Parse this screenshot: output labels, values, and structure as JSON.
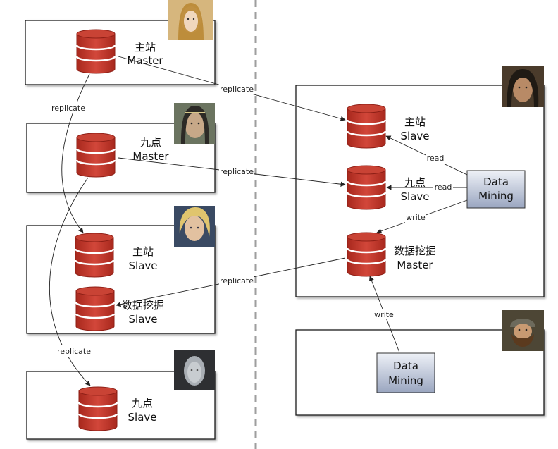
{
  "labels": {
    "zhuzhan": "主站",
    "jiudian": "九点",
    "shujuwajue": "数据挖掘",
    "master": "Master",
    "slave": "Slave",
    "replicate": "replicate",
    "read": "read",
    "write": "write",
    "data_mining_line1": "Data",
    "data_mining_line2": "Mining"
  },
  "colors": {
    "db_red": "#c0392b",
    "db_dark": "#8e1f16",
    "divider": "#9e9e9e",
    "dm_box_top": "#eef1f7",
    "dm_box_bottom": "#9aa6c0"
  },
  "avatars": [
    {
      "name": "elf-queen-avatar"
    },
    {
      "name": "elf-lord-avatar"
    },
    {
      "name": "blond-warrior-avatar"
    },
    {
      "name": "ghostly-elf-avatar"
    },
    {
      "name": "ranger-avatar"
    },
    {
      "name": "dwarf-avatar"
    }
  ]
}
